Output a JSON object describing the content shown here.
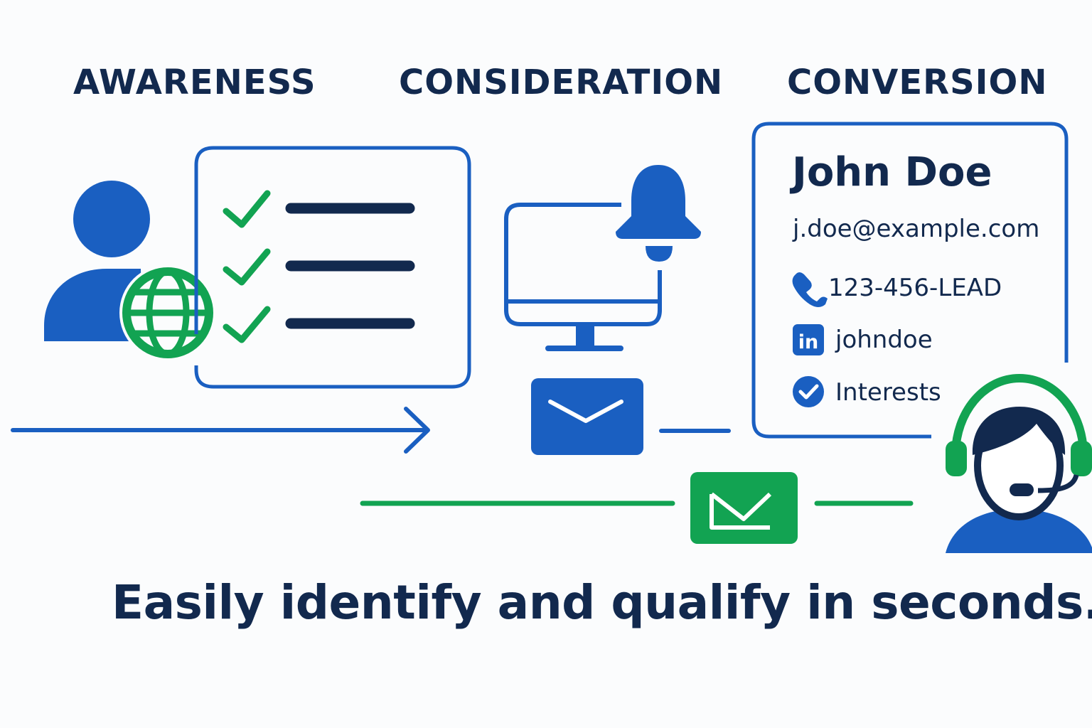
{
  "stages": {
    "awareness": "AWARENESS",
    "consideration": "CONSIDERATION",
    "conversion": "CONVERSION"
  },
  "lead_card": {
    "name": "John Doe",
    "email": "j.doe@example.com",
    "phone": "123-456-LEAD",
    "linkedin": "johndoe",
    "interests": "Interests",
    "linkedin_badge": "in"
  },
  "tagline": "Easily identify and qualify in seconds.",
  "colors": {
    "blue": "#1a5fc1",
    "green": "#12a352",
    "navy": "#12294e"
  },
  "icons": [
    "user-icon",
    "globe-icon",
    "checklist-icon",
    "monitor-icon",
    "bell-icon",
    "mail-icon",
    "phone-icon",
    "linkedin-icon",
    "check-circle-icon",
    "support-agent-icon",
    "arrow-right-icon"
  ]
}
